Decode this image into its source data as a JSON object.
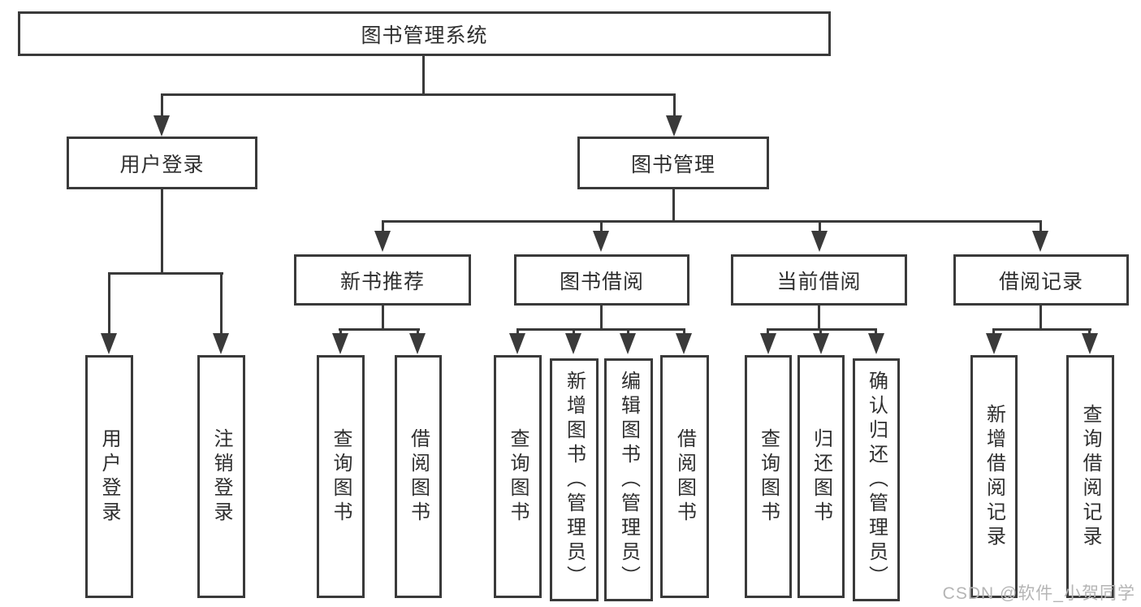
{
  "diagram": {
    "root": {
      "label": "图书管理系统"
    },
    "level1": [
      {
        "label": "用户登录"
      },
      {
        "label": "图书管理"
      }
    ],
    "level2": [
      {
        "label": "新书推荐"
      },
      {
        "label": "图书借阅"
      },
      {
        "label": "当前借阅"
      },
      {
        "label": "借阅记录"
      }
    ],
    "leaves": [
      {
        "label": "用户登录"
      },
      {
        "label": "注销登录"
      },
      {
        "label": "查询图书"
      },
      {
        "label": "借阅图书"
      },
      {
        "label": "查询图书"
      },
      {
        "label": "新增图书（管理员）"
      },
      {
        "label": "编辑图书（管理员）"
      },
      {
        "label": "借阅图书"
      },
      {
        "label": "查询图书"
      },
      {
        "label": "归还图书"
      },
      {
        "label": "确认归还（管理员）"
      },
      {
        "label": "新增借阅记录"
      },
      {
        "label": "查询借阅记录"
      }
    ],
    "watermark": "CSDN @软件_小贺同学",
    "colors": {
      "line": "#3a3a3a",
      "text": "#2f2f2f",
      "watermark": "#b5b5b5",
      "background": "#ffffff"
    }
  }
}
